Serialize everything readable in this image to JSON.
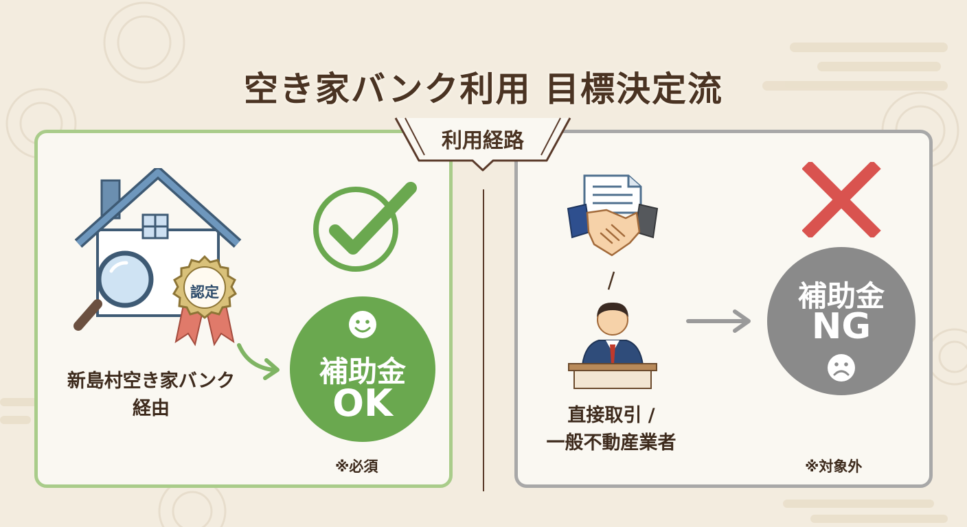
{
  "title": "空き家バンク利用 目標決定流",
  "route_label": "利用経路",
  "left": {
    "badge_text": "認定",
    "caption_line1": "新島村空き家バンク",
    "caption_line2": "経由",
    "result_line1": "補助金",
    "result_line2": "OK",
    "note": "※必須",
    "accent_color": "#6aa84f",
    "border_color": "#a9cc8a"
  },
  "right": {
    "caption_line1": "直接取引 /",
    "caption_line2": "一般不動産業者",
    "result_line1": "補助金",
    "result_line2": "NG",
    "note": "※対象外",
    "accent_color": "#8a8a8a",
    "cross_color": "#d9534f",
    "border_color": "#a8a8a8"
  },
  "icons": {
    "house": "house-icon",
    "magnifier": "magnifier-icon",
    "certified_badge": "certified-badge-icon",
    "check": "check-icon",
    "smile": "smile-icon",
    "handshake": "handshake-icon",
    "document": "document-icon",
    "agent": "agent-person-icon",
    "cross": "cross-icon",
    "sad": "sad-icon"
  }
}
